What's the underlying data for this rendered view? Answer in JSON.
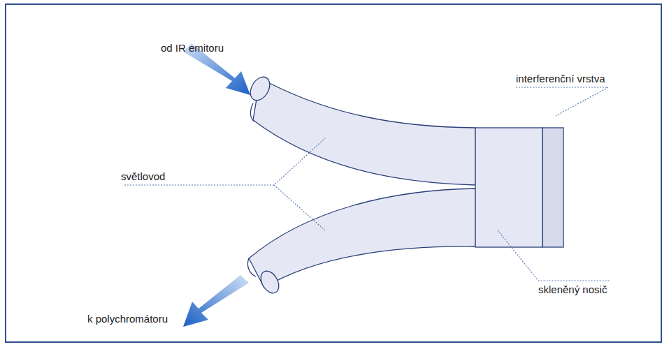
{
  "diagram": {
    "labels": [
      "od IR emitoru",
      "interferenční vrstva",
      "světlovod",
      "skleněný nosič",
      "k polychromátoru"
    ]
  }
}
